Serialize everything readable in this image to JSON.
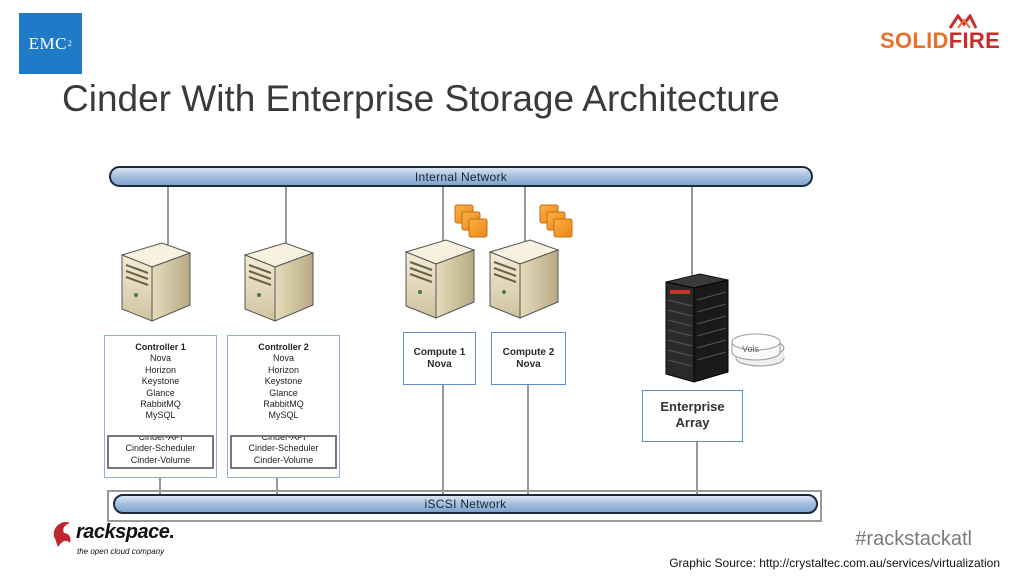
{
  "logos": {
    "emc": {
      "text": "EMC",
      "sup": "2",
      "color": "#1f7ac8"
    },
    "solidfire": {
      "solid": "SOLID",
      "fire": "FIRE",
      "solid_color": "#e8722a",
      "fire_color": "#c62e2e"
    },
    "rackspace": {
      "word": "rackspace.",
      "tagline": "the open cloud company"
    }
  },
  "title": "Cinder With Enterprise Storage Architecture",
  "diagram": {
    "internal_network": "Internal Network",
    "iscsi_network": "iSCSI Network",
    "controllers": [
      {
        "name": "Controller 1",
        "services": [
          "Nova",
          "Horizon",
          "Keystone",
          "Glance",
          "RabbitMQ",
          "MySQL"
        ],
        "cinder": [
          "Cinder-API",
          "Cinder-Scheduler",
          "Cinder-Volume"
        ]
      },
      {
        "name": "Controller 2",
        "services": [
          "Nova",
          "Horizon",
          "Keystone",
          "Glance",
          "RabbitMQ",
          "MySQL"
        ],
        "cinder": [
          "Cinder-API",
          "Cinder-Scheduler",
          "Cinder-Volume"
        ]
      }
    ],
    "computes": [
      {
        "name": "Compute 1",
        "service": "Nova"
      },
      {
        "name": "Compute 2",
        "service": "Nova"
      }
    ],
    "enterprise_array": {
      "line1": "Enterprise",
      "line2": "Array"
    },
    "vols_label": "Vols",
    "pipe_color": "#a8c2e0",
    "vm_color": "#f39c1f"
  },
  "footer": {
    "hashtag": "#rackstackatl",
    "source": "Graphic Source: http://crystaltec.com.au/services/virtualization"
  }
}
